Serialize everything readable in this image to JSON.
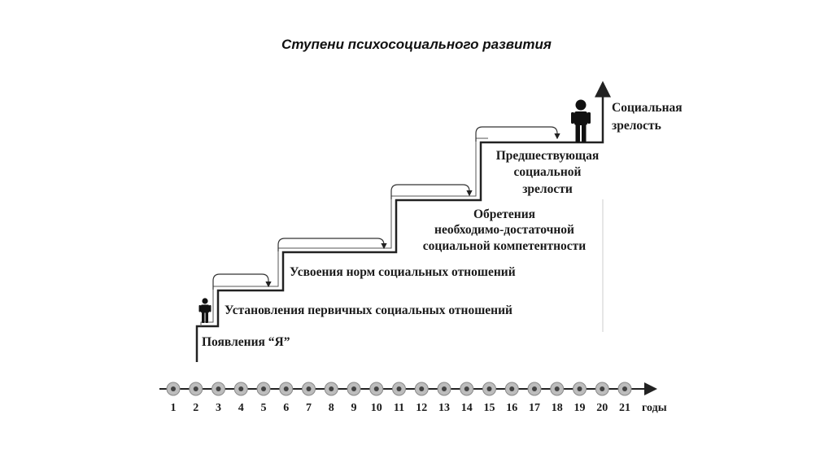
{
  "title": "Ступени психосоциального развития",
  "stages": [
    "Появления “Я”",
    "Установления первичных социальных отношений",
    "Усвоения норм социальных отношений",
    [
      "Обретения",
      "необходимо-достаточной",
      "социальной компетентности"
    ],
    [
      "Предшествующая",
      "социальной",
      "зрелости"
    ],
    [
      "Социальная",
      "зрелость"
    ]
  ],
  "axis": {
    "ticks": [
      "1",
      "2",
      "3",
      "4",
      "5",
      "6",
      "7",
      "8",
      "9",
      "10",
      "11",
      "12",
      "13",
      "14",
      "15",
      "16",
      "17",
      "18",
      "19",
      "20",
      "21"
    ],
    "unit": "годы"
  },
  "icons": [
    "person-icon-child",
    "person-icon-adult"
  ]
}
